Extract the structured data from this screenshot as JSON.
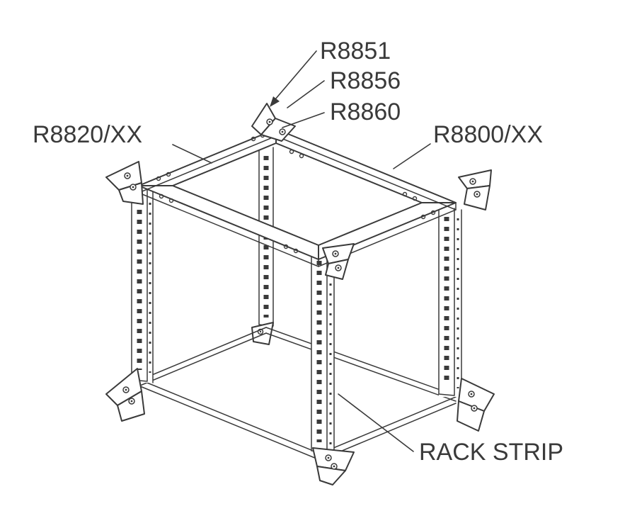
{
  "diagram": {
    "background_color": "#ffffff",
    "line_color": "#3a3a3a",
    "labels": {
      "r8851": "R8851",
      "r8856": "R8856",
      "r8860": "R8860",
      "r8820": "R8820/XX",
      "r8800": "R8800/XX",
      "rack_strip": "RACK STRIP"
    }
  }
}
